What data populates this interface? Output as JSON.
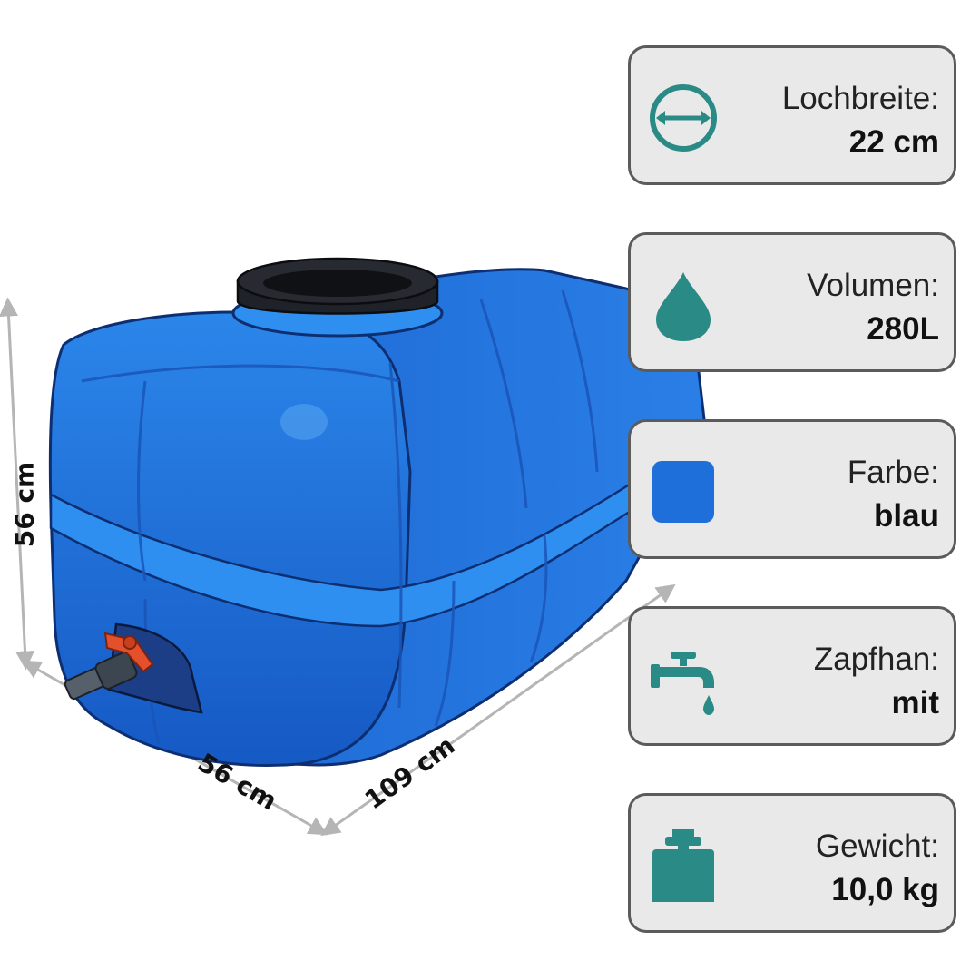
{
  "colors": {
    "accent": "#2a8a86",
    "tank_blue": "#1e6fd9",
    "card_bg": "#e9e9e9",
    "card_border": "#5b5b5b",
    "tap_red": "#e5502c"
  },
  "dimensions": {
    "height": "56 cm",
    "depth": "56 cm",
    "length": "109 cm"
  },
  "specs": [
    {
      "icon": "diameter-icon",
      "label": "Lochbreite:",
      "value": "22 cm"
    },
    {
      "icon": "water-drop-icon",
      "label": "Volumen:",
      "value": "280L"
    },
    {
      "icon": "color-swatch-icon",
      "label": "Farbe:",
      "value": "blau"
    },
    {
      "icon": "faucet-icon",
      "label": "Zapfhan:",
      "value": "mit"
    },
    {
      "icon": "weight-icon",
      "label": "Gewicht:",
      "value": "10,0 kg"
    }
  ]
}
